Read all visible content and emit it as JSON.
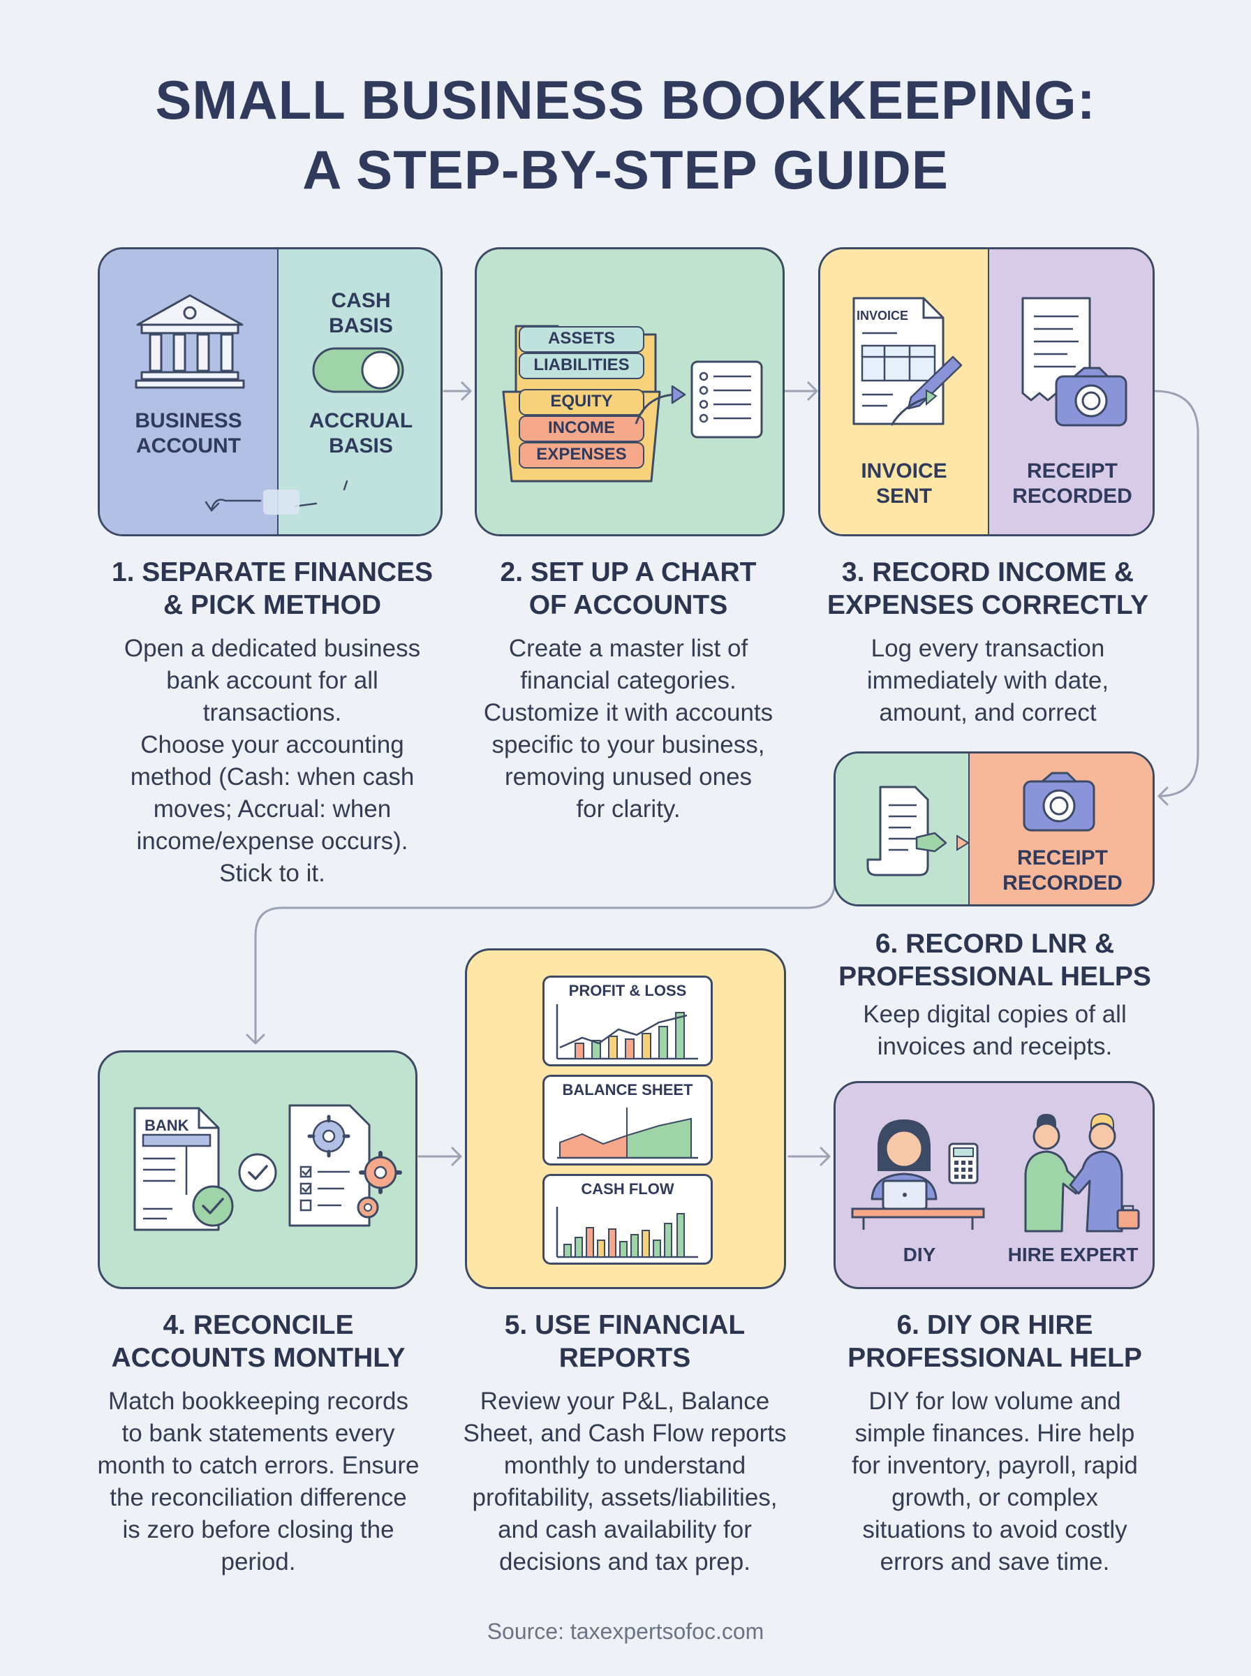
{
  "title": {
    "line1": "SMALL BUSINESS BOOKKEEPING:",
    "line2": "A STEP-BY-STEP GUIDE"
  },
  "colors": {
    "blue": "#b3c0e6",
    "teal": "#bfe3dc",
    "green": "#bfe3cf",
    "yellow": "#fde6a6",
    "purple": "#d8cbe8",
    "orange": "#f7b89a",
    "outline": "#3d4a66"
  },
  "step1": {
    "title": "1. SEPARATE FINANCES\n& PICK METHOD",
    "body": "Open a dedicated business\nbank account for all\ntransactions.\nChoose your accounting\nmethod (Cash: when cash\nmoves; Accrual: when\nincome/expense occurs).\nStick to it.",
    "label_account": "BUSINESS\nACCOUNT",
    "label_cash": "CASH\nBASIS",
    "label_accrual": "ACCRUAL\nBASIS",
    "icons": [
      "bank-icon",
      "toggle-switch"
    ]
  },
  "step2": {
    "title": "2. SET UP A CHART\nOF ACCOUNTS",
    "body": "Create a master list of\nfinancial categories.\nCustomize it with accounts\nspecific to your business,\nremoving unused ones\nfor clarity.",
    "folders": [
      "ASSETS",
      "LIABILITIES",
      "EQUITY",
      "INCOME",
      "EXPENSES"
    ],
    "icons": [
      "folder-icon",
      "checklist-icon"
    ]
  },
  "step3": {
    "title": "3. RECORD INCOME &\nEXPENSES CORRECTLY",
    "body": "Log every transaction\nimmediately with date,\namount, and correct",
    "invoice_tag": "INVOICE",
    "label_invoice": "INVOICE\nSENT",
    "label_receipt": "RECEIPT\nRECORDED",
    "icons": [
      "invoice-icon",
      "receipt-icon",
      "camera-icon"
    ]
  },
  "step6a": {
    "title": "6. RECORD LNR &\nPROFESSIONAL HELPS",
    "body": "Keep digital copies of all\ninvoices and receipts.",
    "label_receipt": "RECEIPT\nRECORDED",
    "icons": [
      "document-icon",
      "camera-icon"
    ]
  },
  "step4": {
    "title": "4. RECONCILE\nACCOUNTS MONTHLY",
    "body": "Match bookkeeping records\nto bank statements every\nmonth to catch errors. Ensure\nthe reconciliation difference\nis zero before closing the\nperiod.",
    "bank_tag": "BANK",
    "icons": [
      "bank-statement-icon",
      "check-icon",
      "gear-icon"
    ]
  },
  "step5": {
    "title": "5. USE FINANCIAL\nREPORTS",
    "body": "Review your P&L, Balance\nSheet, and Cash Flow reports\nmonthly to understand\nprofitability, assets/liabilities,\nand cash availability for\ndecisions and tax prep.",
    "reports": [
      "PROFIT & LOSS",
      "BALANCE SHEET",
      "CASH FLOW"
    ],
    "icons": [
      "bar-chart-icon",
      "area-chart-icon"
    ]
  },
  "step6": {
    "title": "6. DIY OR HIRE\nPROFESSIONAL HELP",
    "body": "DIY for low volume and\nsimple finances. Hire help\nfor inventory, payroll, rapid\ngrowth, or complex\nsituations to avoid costly\nerrors and save time.",
    "label_diy": "DIY",
    "label_hire": "HIRE EXPERT",
    "icons": [
      "person-laptop-icon",
      "calculator-icon",
      "handshake-icon"
    ]
  },
  "source": "Source: taxexpertsofoc.com"
}
